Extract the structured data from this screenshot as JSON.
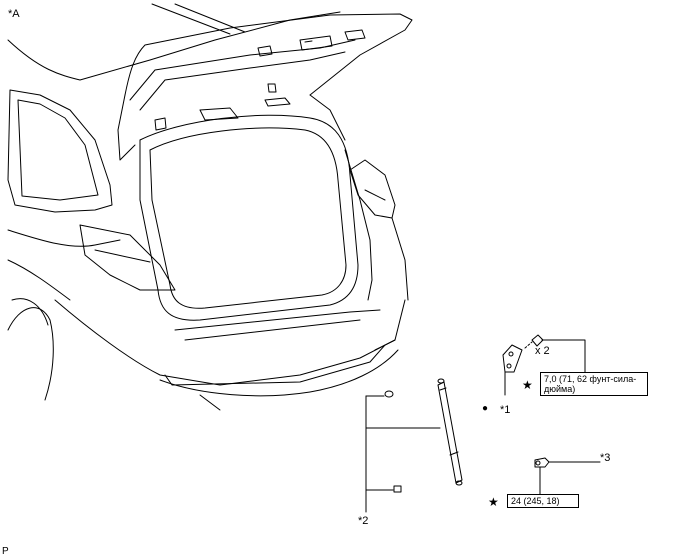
{
  "figure_label": "*A",
  "page_code": "P",
  "callouts": {
    "part1": "*1",
    "part2": "*2",
    "part3": "*3"
  },
  "quantity": "x 2",
  "torque": {
    "symbol": "★",
    "bracket_bolts": "7,0 (71, 62 фунт-сила-дюйма)",
    "ball_stud": "24 (245, 18)"
  },
  "bullet": "●"
}
